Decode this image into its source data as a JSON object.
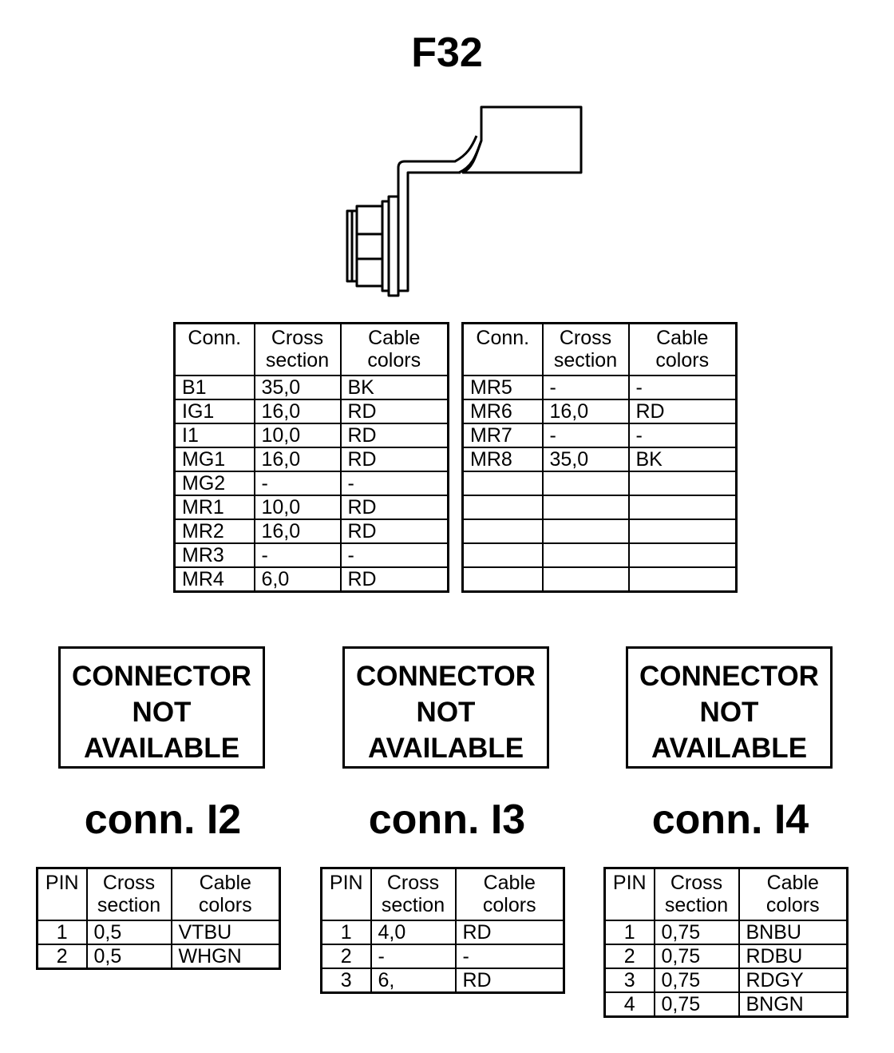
{
  "title": "F32",
  "main_tables": {
    "headers": [
      "Conn.",
      "Cross\nsection",
      "Cable\ncolors"
    ],
    "left_rows": [
      [
        "B1",
        "35,0",
        "BK"
      ],
      [
        "IG1",
        "16,0",
        "RD"
      ],
      [
        "I1",
        "10,0",
        "RD"
      ],
      [
        "MG1",
        "16,0",
        "RD"
      ],
      [
        "MG2",
        "-",
        "-"
      ],
      [
        "MR1",
        "10,0",
        "RD"
      ],
      [
        "MR2",
        "16,0",
        "RD"
      ],
      [
        "MR3",
        "-",
        "-"
      ],
      [
        "MR4",
        "6,0",
        "RD"
      ]
    ],
    "right_rows": [
      [
        "MR5",
        "-",
        "-"
      ],
      [
        "MR6",
        "16,0",
        "RD"
      ],
      [
        "MR7",
        "-",
        "-"
      ],
      [
        "MR8",
        "35,0",
        "BK"
      ],
      [
        "",
        "",
        ""
      ],
      [
        "",
        "",
        ""
      ],
      [
        "",
        "",
        ""
      ],
      [
        "",
        "",
        ""
      ],
      [
        "",
        "",
        ""
      ]
    ]
  },
  "connectors": [
    {
      "image_text": [
        "CONNECTOR",
        "NOT",
        "AVAILABLE"
      ],
      "label": "conn. I2",
      "headers": [
        "PIN",
        "Cross\nsection",
        "Cable\ncolors"
      ],
      "rows": [
        [
          "1",
          "0,5",
          "VTBU"
        ],
        [
          "2",
          "0,5",
          "WHGN"
        ]
      ]
    },
    {
      "image_text": [
        "CONNECTOR",
        "NOT",
        "AVAILABLE"
      ],
      "label": "conn. I3",
      "headers": [
        "PIN",
        "Cross\nsection",
        "Cable\ncolors"
      ],
      "rows": [
        [
          "1",
          "4,0",
          "RD"
        ],
        [
          "2",
          "-",
          "-"
        ],
        [
          "3",
          "6,",
          "RD"
        ]
      ]
    },
    {
      "image_text": [
        "CONNECTOR",
        "NOT",
        "AVAILABLE"
      ],
      "label": "conn. I4",
      "headers": [
        "PIN",
        "Cross\nsection",
        "Cable\ncolors"
      ],
      "rows": [
        [
          "1",
          "0,75",
          "BNBU"
        ],
        [
          "2",
          "0,75",
          "RDBU"
        ],
        [
          "3",
          "0,75",
          "RDGY"
        ],
        [
          "4",
          "0,75",
          "BNGN"
        ]
      ]
    }
  ]
}
